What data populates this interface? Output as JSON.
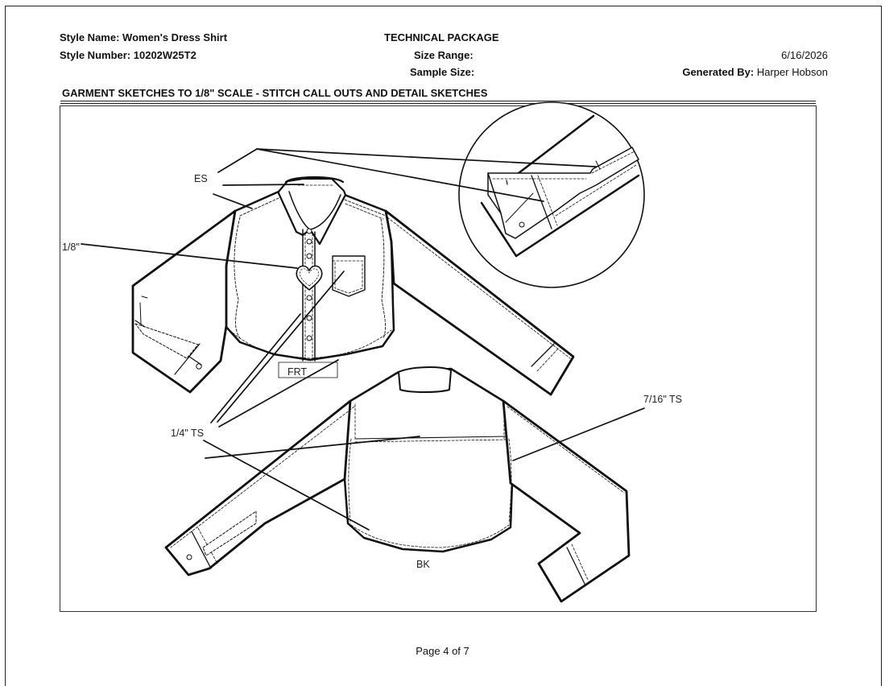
{
  "header": {
    "style_name_label": "Style Name:",
    "style_name_value": "Women's Dress Shirt",
    "style_number_label": "Style Number:",
    "style_number_value": "10202W25T2",
    "doc_title": "TECHNICAL PACKAGE",
    "size_range_label": "Size Range:",
    "sample_size_label": "Sample Size:",
    "date": "6/16/2026",
    "generated_by_label": "Generated By:",
    "generated_by_value": "Harper Hobson"
  },
  "section": {
    "title": "GARMENT SKETCHES TO 1/8\" SCALE - STITCH CALL OUTS AND DETAIL SKETCHES"
  },
  "callouts": {
    "es": "ES",
    "eighth": "1/8\"",
    "quarter_ts": "1/4\" TS",
    "seven_sixteenth_ts": "7/16\" TS",
    "front": "FRT",
    "back": "BK"
  },
  "footer": {
    "page": "Page 4 of 7"
  }
}
